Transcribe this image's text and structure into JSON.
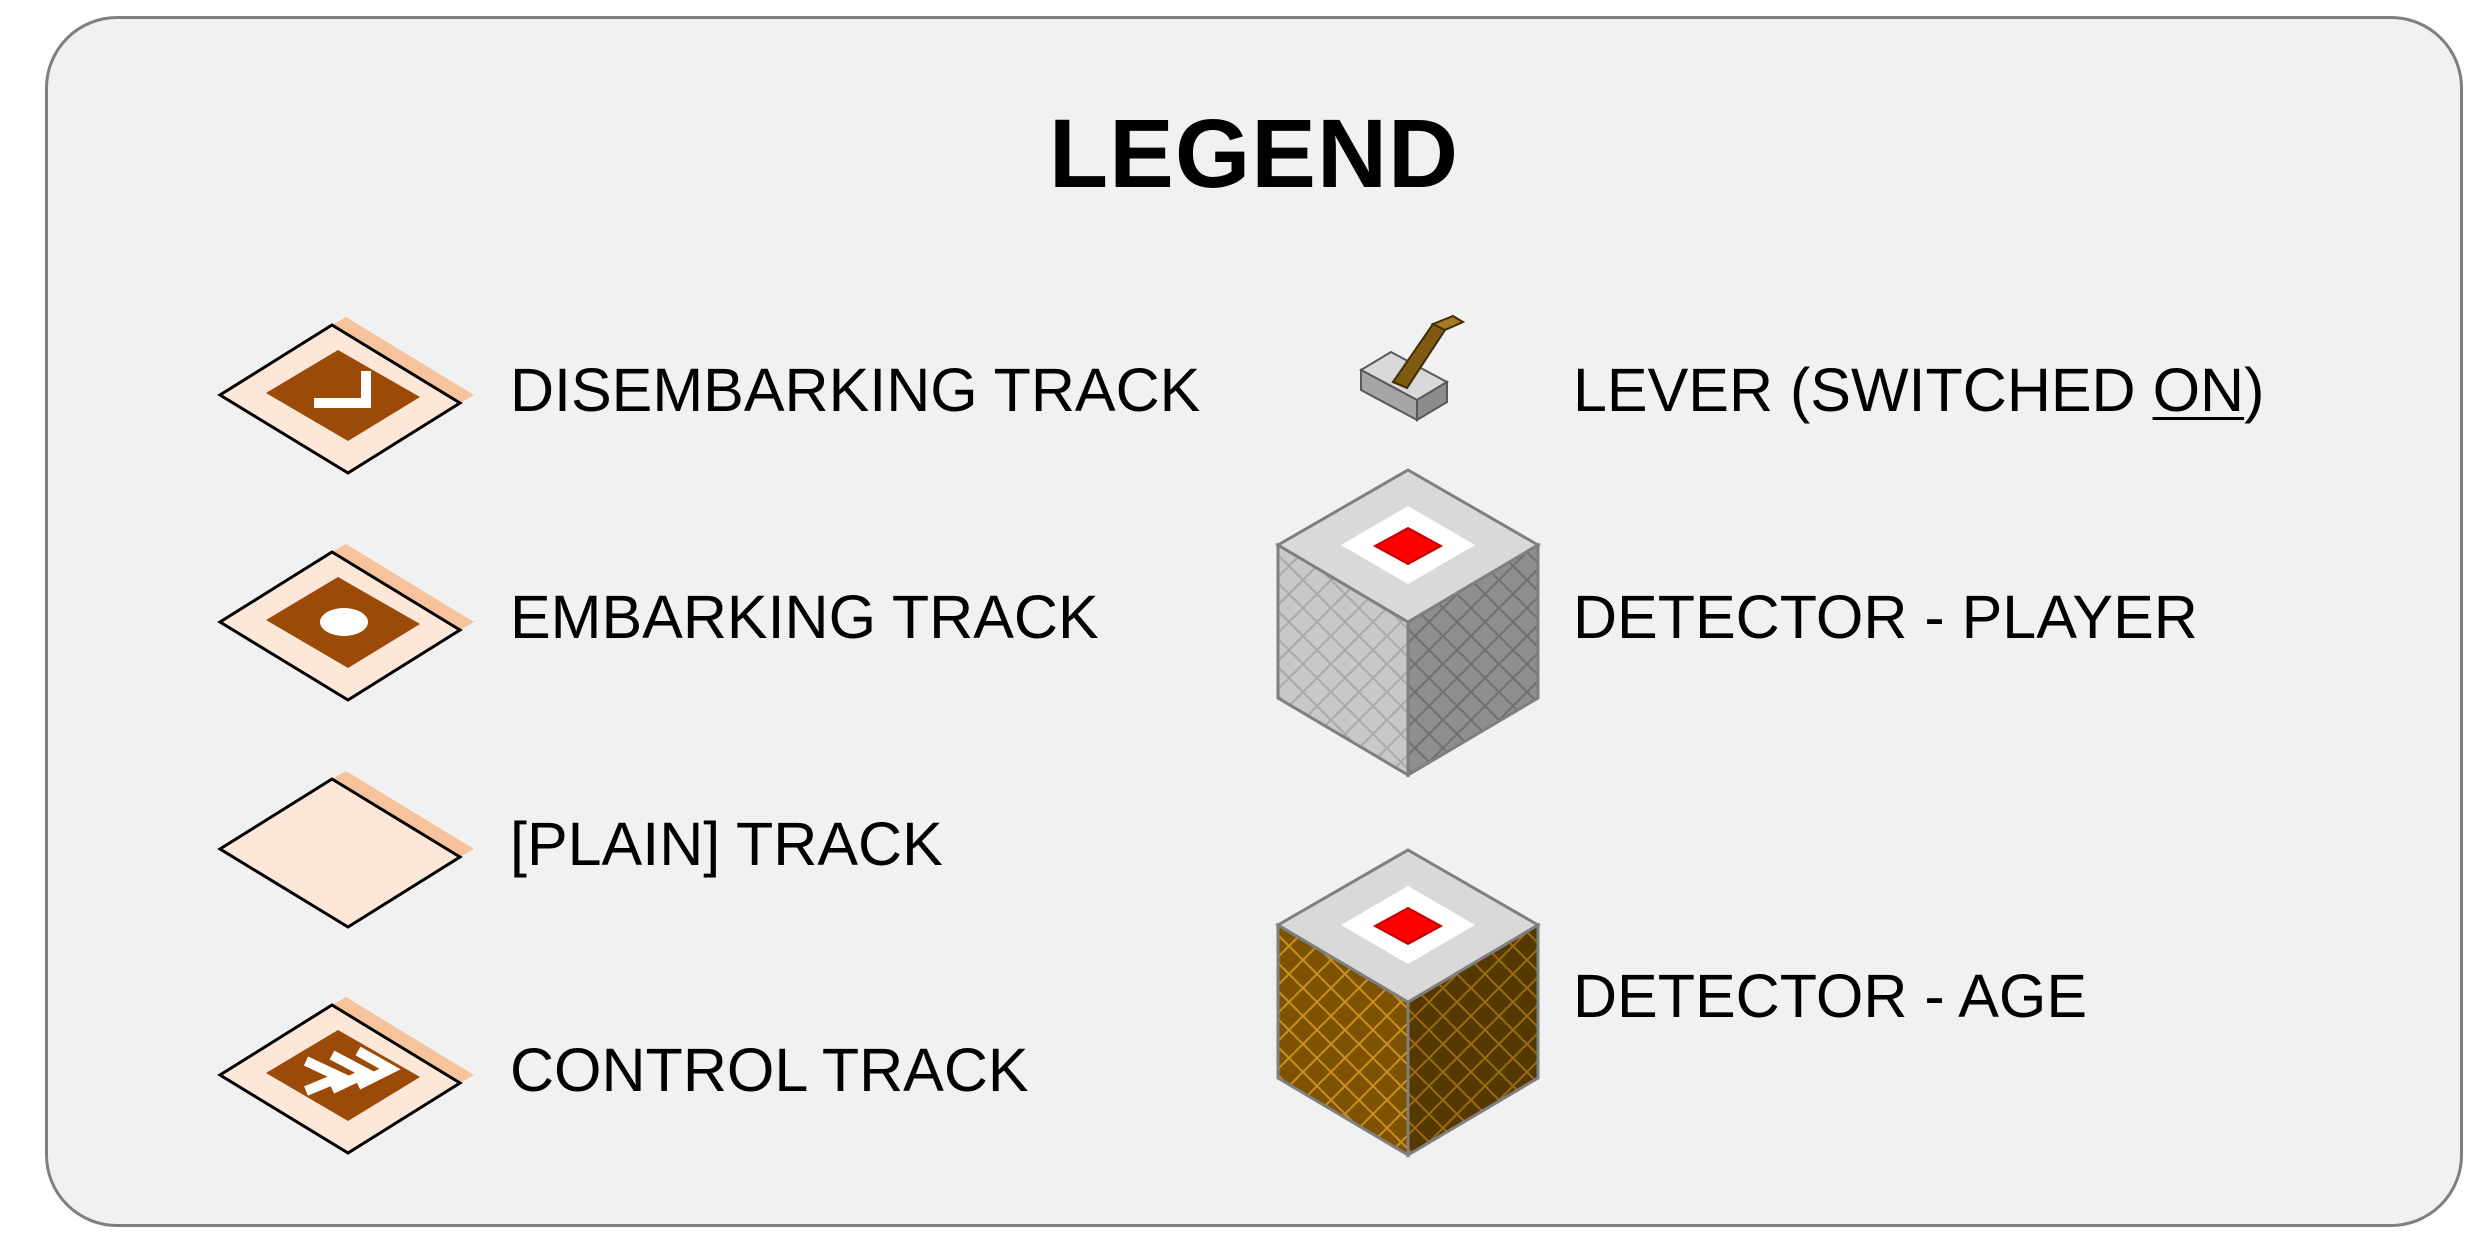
{
  "title": "LEGEND",
  "items_left": [
    {
      "label": "DISEMBARKING TRACK",
      "icon": "disembarking-track-icon"
    },
    {
      "label": "EMBARKING TRACK",
      "icon": "embarking-track-icon"
    },
    {
      "label": "[PLAIN] TRACK",
      "icon": "plain-track-icon"
    },
    {
      "label": "CONTROL TRACK",
      "icon": "control-track-icon"
    }
  ],
  "items_right": [
    {
      "label_prefix": "LEVER (SWITCHED ",
      "label_underlined": "ON",
      "label_suffix": ")",
      "icon": "lever-icon"
    },
    {
      "label": "DETECTOR - PLAYER",
      "icon": "detector-player-icon"
    },
    {
      "label": "DETECTOR - AGE",
      "icon": "detector-age-icon"
    }
  ],
  "colors": {
    "track_fill": "#fce7d8",
    "track_rail": "#f6c39c",
    "track_marker": "#9b4a08",
    "detector_top": "#d9d9d9",
    "detector_target": "#ff0000",
    "detector_player_side": "#bfbfbf",
    "detector_age_side": "#8a5a00"
  }
}
